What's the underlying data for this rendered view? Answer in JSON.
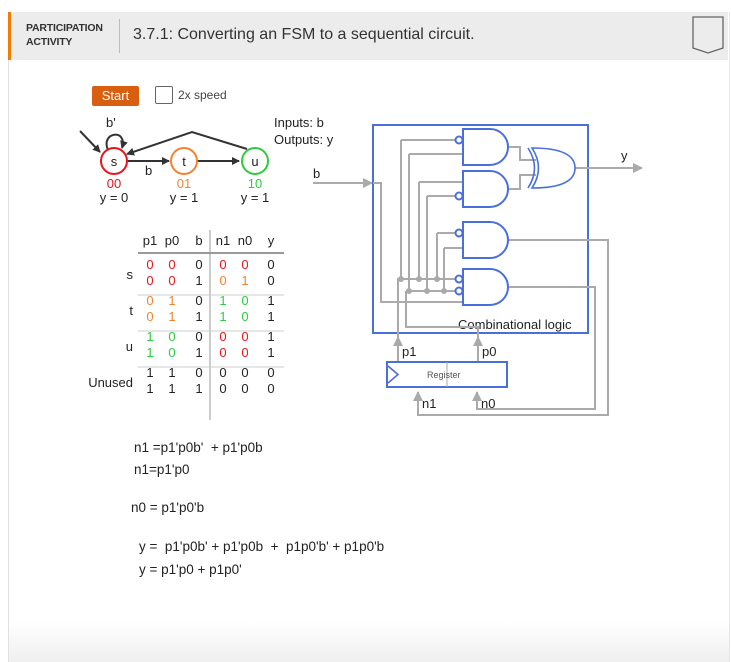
{
  "header": {
    "activity_label_line1": "PARTICIPATION",
    "activity_label_line2": "ACTIVITY",
    "title": "3.7.1: Converting an FSM to a sequential circuit.",
    "bookmark_icon": "bookmark-icon",
    "accent_color": "#f07c00"
  },
  "controls": {
    "start_label": "Start",
    "speed_label": "2x speed",
    "speed_checked": false,
    "start_color": "#d85f0f"
  },
  "fsm": {
    "inputs_label": "Inputs: b",
    "outputs_label": "Outputs: y",
    "self_loop_label": "b'",
    "transition_label": "b",
    "states": [
      {
        "name": "s",
        "code": "00",
        "output": "y = 0",
        "color": "#e8161b"
      },
      {
        "name": "t",
        "code": "01",
        "output": "y = 1",
        "color": "#f28332"
      },
      {
        "name": "u",
        "code": "10",
        "output": "y = 1",
        "color": "#2ecc40"
      }
    ]
  },
  "table": {
    "headers": [
      "p1",
      "p0",
      "b",
      "n1",
      "n0",
      "y"
    ],
    "groups": [
      {
        "label": "s",
        "rows": [
          [
            {
              "v": "0",
              "c": "#e8161b"
            },
            {
              "v": "0",
              "c": "#e8161b"
            },
            {
              "v": "0",
              "c": "#222"
            },
            {
              "v": "0",
              "c": "#e8161b"
            },
            {
              "v": "0",
              "c": "#e8161b"
            },
            {
              "v": "0",
              "c": "#222"
            }
          ],
          [
            {
              "v": "0",
              "c": "#e8161b"
            },
            {
              "v": "0",
              "c": "#e8161b"
            },
            {
              "v": "1",
              "c": "#222"
            },
            {
              "v": "0",
              "c": "#f28332"
            },
            {
              "v": "1",
              "c": "#f28332"
            },
            {
              "v": "0",
              "c": "#222"
            }
          ]
        ]
      },
      {
        "label": "t",
        "rows": [
          [
            {
              "v": "0",
              "c": "#f28332"
            },
            {
              "v": "1",
              "c": "#f28332"
            },
            {
              "v": "0",
              "c": "#222"
            },
            {
              "v": "1",
              "c": "#2ecc40"
            },
            {
              "v": "0",
              "c": "#2ecc40"
            },
            {
              "v": "1",
              "c": "#222"
            }
          ],
          [
            {
              "v": "0",
              "c": "#f28332"
            },
            {
              "v": "1",
              "c": "#f28332"
            },
            {
              "v": "1",
              "c": "#222"
            },
            {
              "v": "1",
              "c": "#2ecc40"
            },
            {
              "v": "0",
              "c": "#2ecc40"
            },
            {
              "v": "1",
              "c": "#222"
            }
          ]
        ]
      },
      {
        "label": "u",
        "rows": [
          [
            {
              "v": "1",
              "c": "#2ecc40"
            },
            {
              "v": "0",
              "c": "#2ecc40"
            },
            {
              "v": "0",
              "c": "#222"
            },
            {
              "v": "0",
              "c": "#e8161b"
            },
            {
              "v": "0",
              "c": "#e8161b"
            },
            {
              "v": "1",
              "c": "#222"
            }
          ],
          [
            {
              "v": "1",
              "c": "#2ecc40"
            },
            {
              "v": "0",
              "c": "#2ecc40"
            },
            {
              "v": "1",
              "c": "#222"
            },
            {
              "v": "0",
              "c": "#e8161b"
            },
            {
              "v": "0",
              "c": "#e8161b"
            },
            {
              "v": "1",
              "c": "#222"
            }
          ]
        ]
      },
      {
        "label": "Unused",
        "rows": [
          [
            {
              "v": "1",
              "c": "#222"
            },
            {
              "v": "1",
              "c": "#222"
            },
            {
              "v": "0",
              "c": "#222"
            },
            {
              "v": "0",
              "c": "#222"
            },
            {
              "v": "0",
              "c": "#222"
            },
            {
              "v": "0",
              "c": "#222"
            }
          ],
          [
            {
              "v": "1",
              "c": "#222"
            },
            {
              "v": "1",
              "c": "#222"
            },
            {
              "v": "1",
              "c": "#222"
            },
            {
              "v": "0",
              "c": "#222"
            },
            {
              "v": "0",
              "c": "#222"
            },
            {
              "v": "0",
              "c": "#222"
            }
          ]
        ]
      }
    ]
  },
  "circuit": {
    "input_label": "b",
    "output_label": "y",
    "block_label": "Combinational logic",
    "register_label": "Register",
    "p1_label": "p1",
    "p0_label": "p0",
    "n1_label": "n1",
    "n0_label": "n0",
    "gate_color": "#4a6fdc",
    "wire_color": "#aaaaaa"
  },
  "equations": [
    "n1 =p1'p0b'  + p1'p0b",
    "n1=p1'p0",
    "n0 = p1'p0'b",
    "y =  p1'p0b' + p1'p0b  +  p1p0'b' + p1p0'b",
    "y = p1'p0 + p1p0'"
  ]
}
